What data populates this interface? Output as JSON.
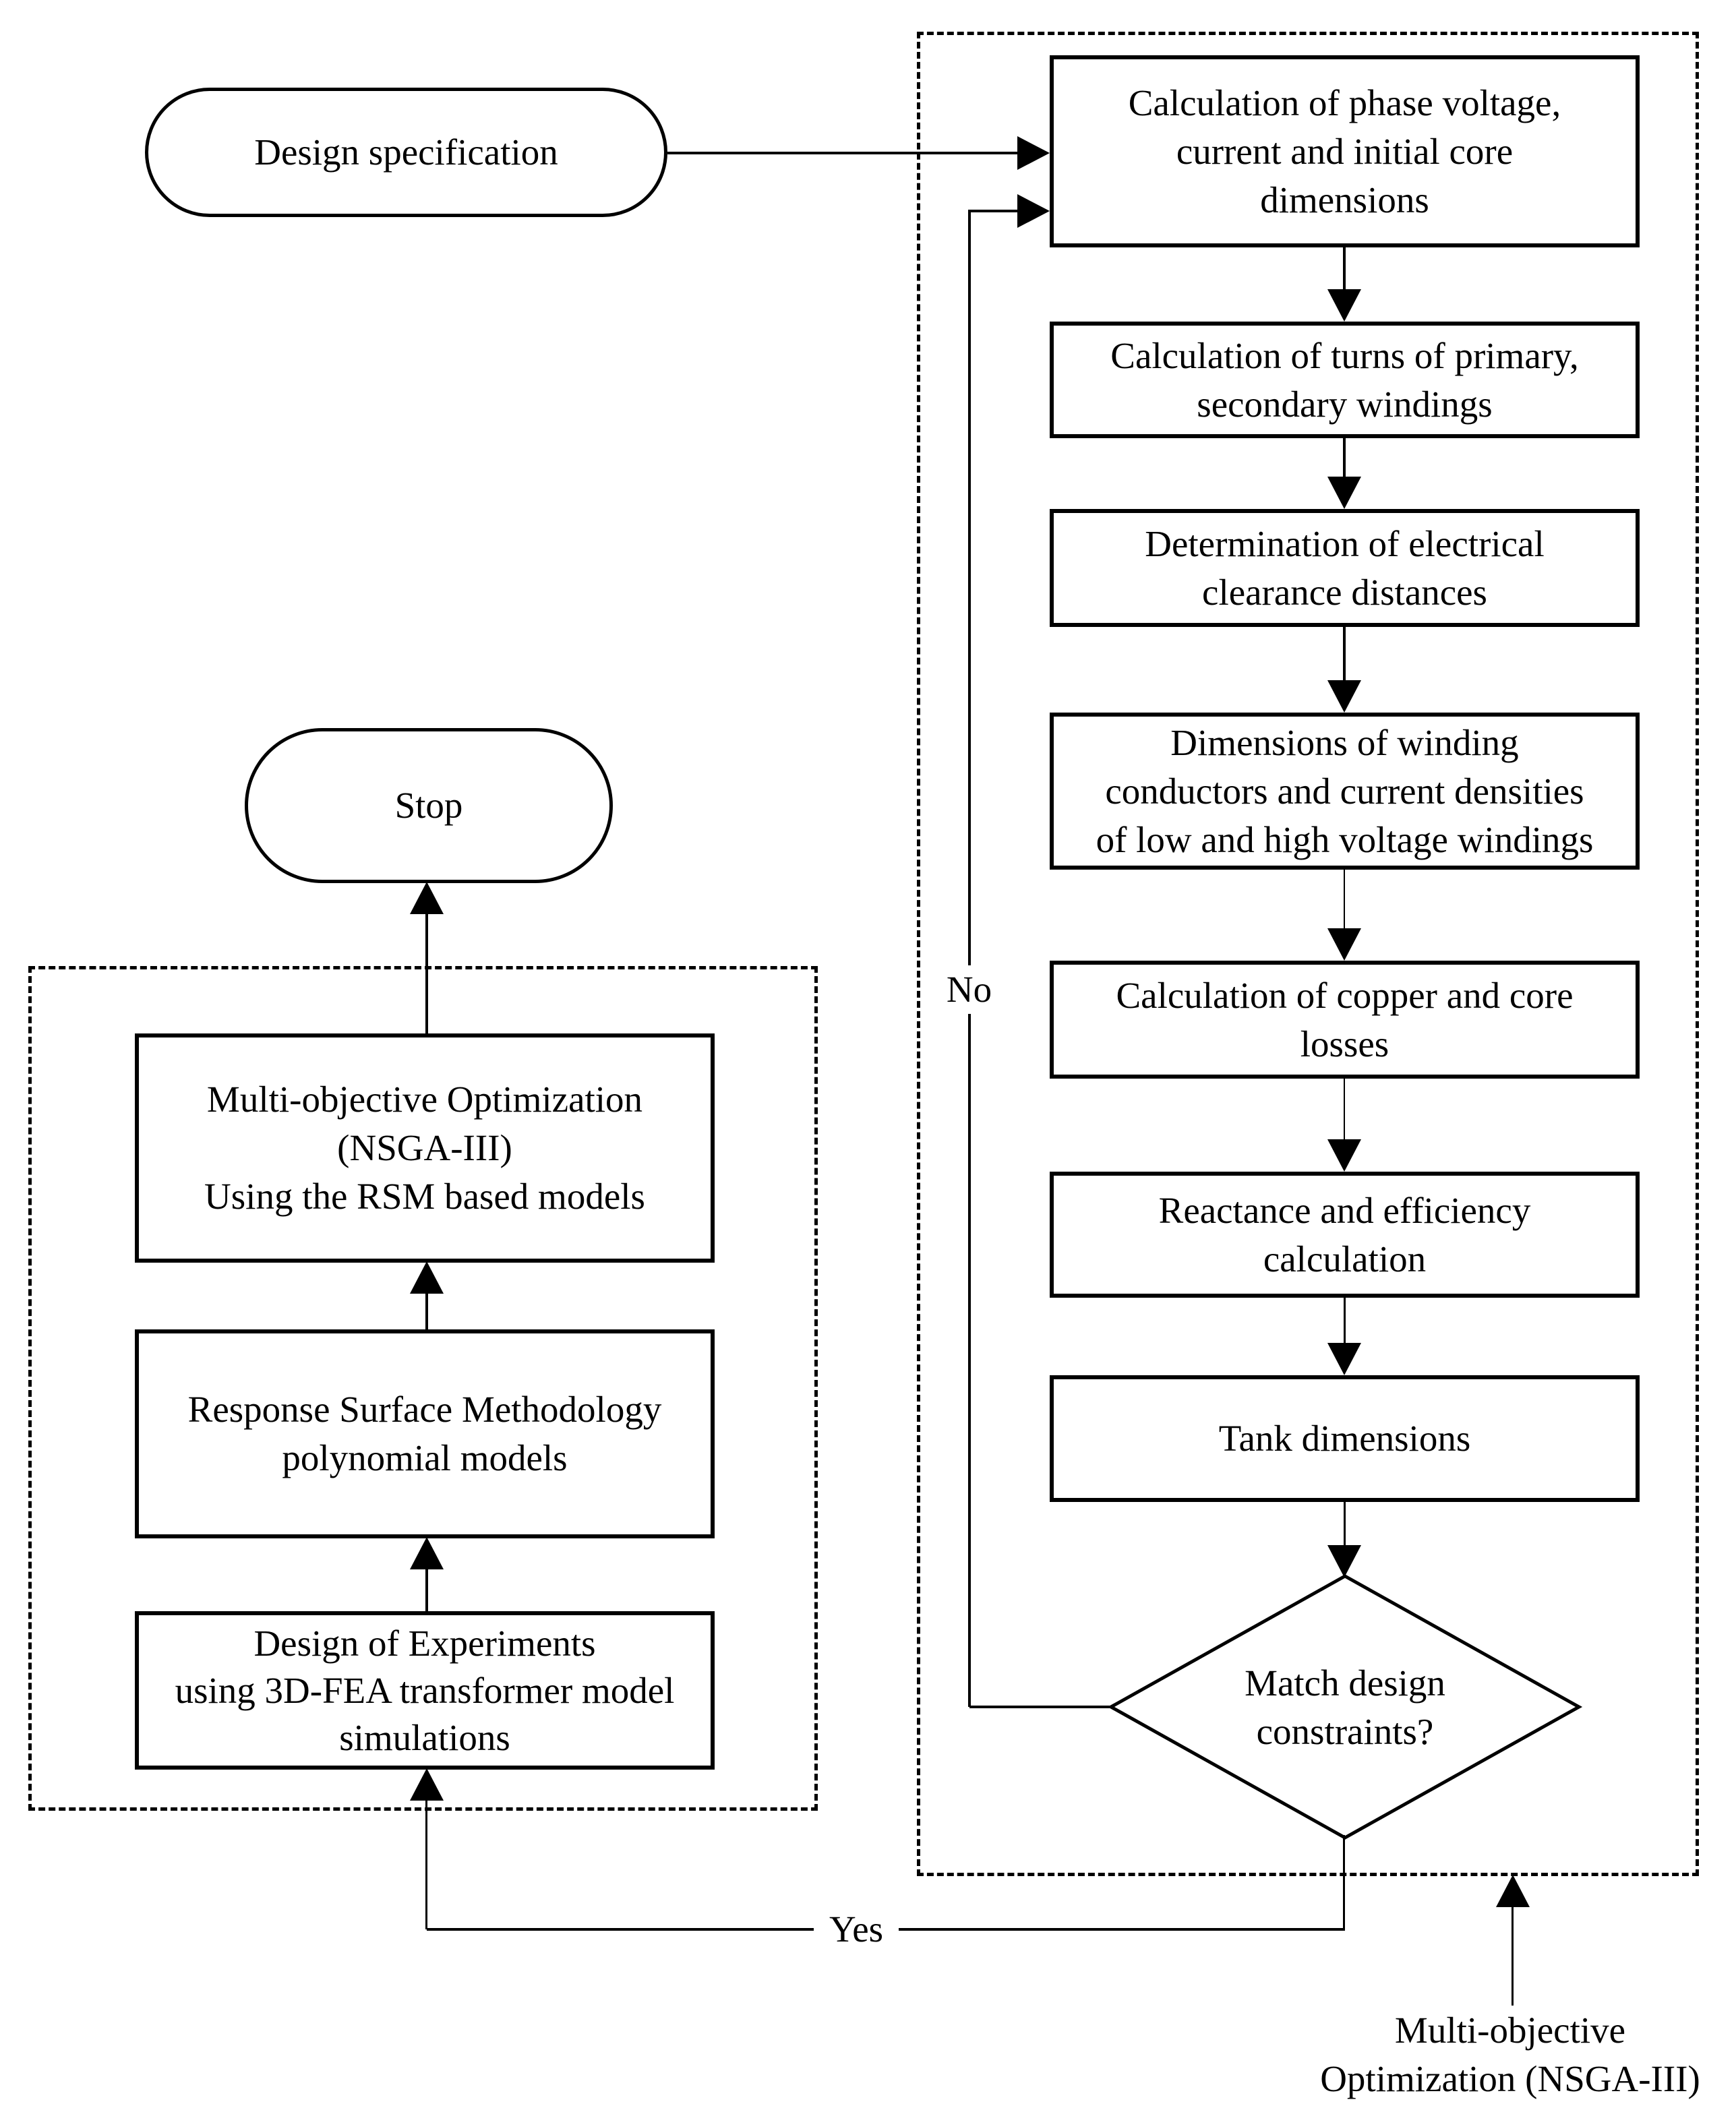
{
  "diagram": {
    "start": {
      "label": "Design specification"
    },
    "stop": {
      "label": "Stop"
    },
    "no_label": "No",
    "yes_label": "Yes",
    "right_steps": [
      {
        "text": "Calculation of phase voltage,\ncurrent and initial core\ndimensions"
      },
      {
        "text": "Calculation of turns of primary,\nsecondary windings"
      },
      {
        "text": "Determination of electrical\nclearance distances"
      },
      {
        "text": "Dimensions of winding\nconductors and current densities\nof low and high voltage windings"
      },
      {
        "text": "Calculation of copper and core\nlosses"
      },
      {
        "text": "Reactance and efficiency\ncalculation"
      },
      {
        "text": "Tank dimensions"
      }
    ],
    "decision": {
      "text": "Match design\nconstraints?"
    },
    "left_steps": [
      {
        "text": "Multi-objective Optimization\n(NSGA-III)\nUsing the RSM based models"
      },
      {
        "text": "Response Surface Methodology\npolynomial models"
      },
      {
        "text": "Design of Experiments\nusing 3D-FEA transformer model\nsimulations"
      }
    ],
    "annotation": {
      "text": "Multi-objective\nOptimization (NSGA-III)"
    },
    "colors": {
      "line": "#000000",
      "background": "#ffffff"
    }
  }
}
